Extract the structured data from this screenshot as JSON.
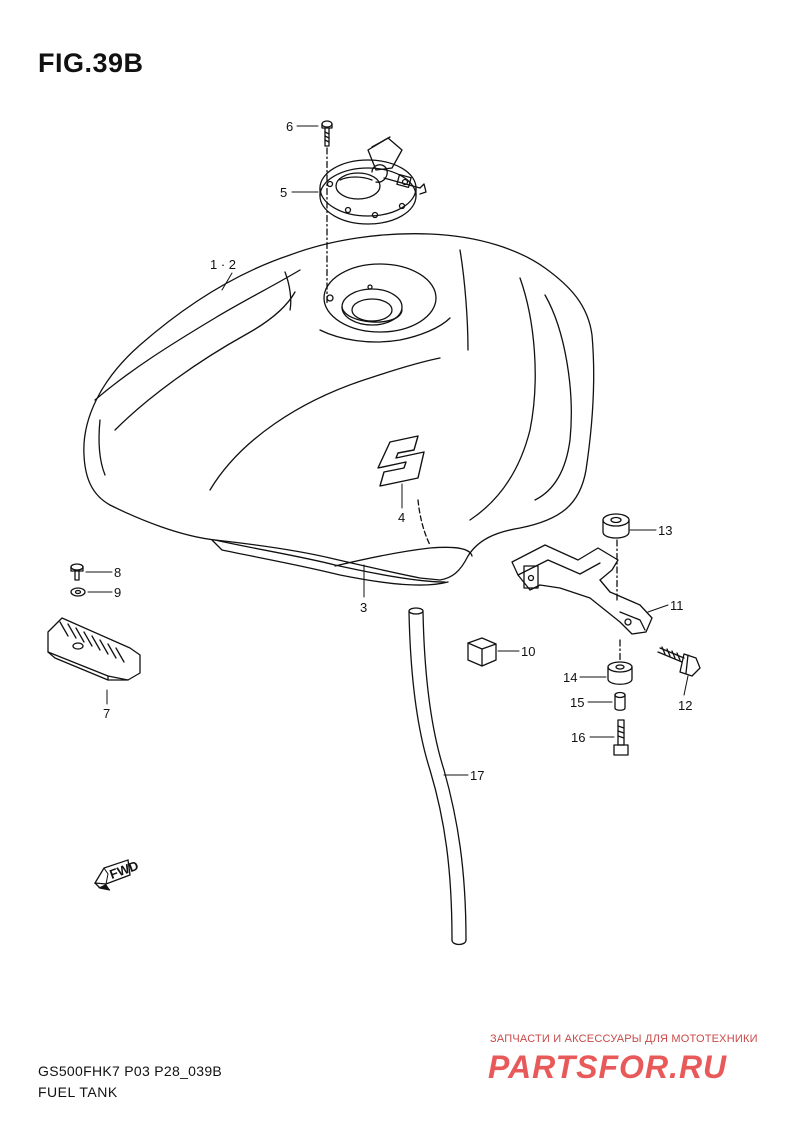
{
  "figure": {
    "title": "FIG.39B",
    "model_code": "GS500FHK7 P03 P28_039B",
    "diagram_name": "FUEL TANK"
  },
  "callouts": {
    "p1_2": "1 · 2",
    "p3": "3",
    "p4": "4",
    "p5": "5",
    "p6": "6",
    "p7": "7",
    "p8": "8",
    "p9": "9",
    "p10": "10",
    "p11": "11",
    "p12": "12",
    "p13": "13",
    "p14": "14",
    "p15": "15",
    "p16": "16",
    "p17": "17"
  },
  "fwd_arrow": {
    "label": "FWD",
    "icon": "fwd-arrow-icon"
  },
  "watermark": {
    "tagline": "ЗАПЧАСТИ И АКСЕССУАРЫ ДЛЯ МОТОТЕХНИКИ",
    "brand": "PARTSFOR.RU",
    "color": "#e85a5a",
    "tagline_color": "#c94a4a"
  },
  "colors": {
    "ink": "#111111",
    "paper": "#ffffff"
  }
}
